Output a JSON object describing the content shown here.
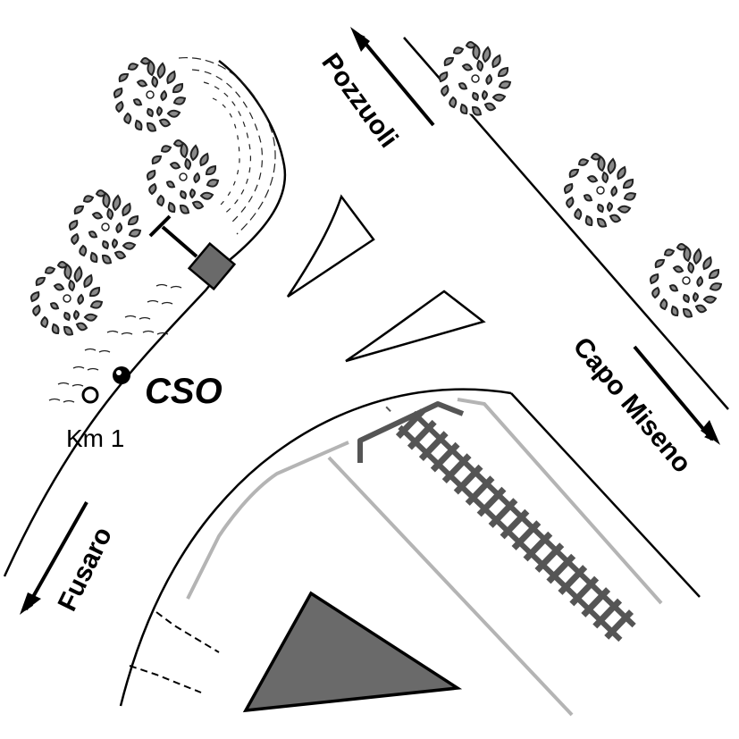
{
  "map": {
    "labels": {
      "pozzuoli": "Pozzuoli",
      "capo_miseno": "Capo Miseno",
      "fusaro": "Fusaro",
      "cso": "CSO",
      "km": "Km 1"
    },
    "colors": {
      "line": "#000000",
      "tree_fill": "#8a8a8a",
      "tree_dark": "#5a5a5a",
      "building": "#6a6a6a",
      "rail": "#555555",
      "light_line": "#b4b4b4"
    }
  }
}
